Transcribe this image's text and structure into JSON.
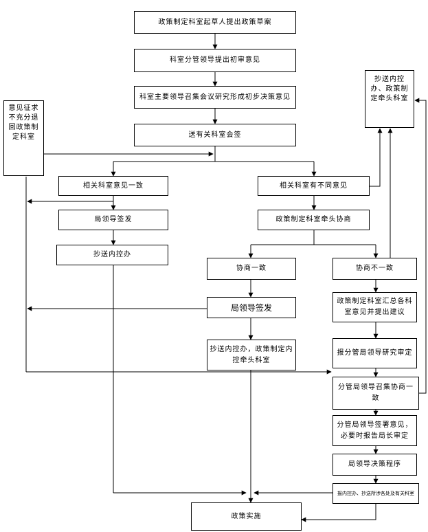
{
  "flow": {
    "b1": "政策制定科室起草人提出政策草案",
    "b2": "科室分管领导提出初审意见",
    "b3": "科室主要领导召集会议研究形成初步决策意见",
    "b4": "送有关科室会签",
    "left_note": "意见征求不充分退回政策制定科室",
    "right_note": "抄送内控办、政策制定牵头科室",
    "agree": "相关科室意见一致",
    "disagree": "相关科室有不同意见",
    "sign1": "局领导签发",
    "coord": "政策制定科室牵头协商",
    "cc1": "抄送内控办",
    "consensus": "协商一致",
    "no_consensus": "协商不一致",
    "sign2": "局领导签发",
    "summarize": "政策制定科室汇总各科室意见并提出建议",
    "report": "报分管局领导研究审定",
    "cc2": "抄送内控办，政策制定内控牵头科室",
    "meeting": "分管局领导召集协商一致",
    "sign_opinion": "分管局领导签署意见，必要时报告局长审定",
    "decision": "局领导决策程序",
    "cc3": "报内控办、抄送所涉各处及有关科室",
    "implement": "政策实施"
  }
}
